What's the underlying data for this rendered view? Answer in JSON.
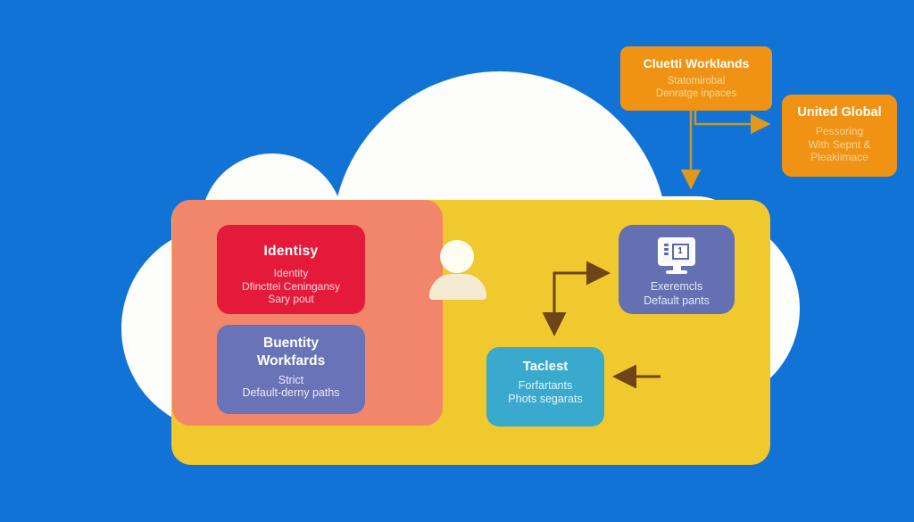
{
  "colors": {
    "background": "#1273D6",
    "cloud": "#FDFDFC",
    "panel_yellow": "#EFC92E",
    "panel_coral": "#F1866A",
    "box_red": "#E51939",
    "box_purple_left": "#6973B8",
    "box_purple_right": "#6570B2",
    "box_teal": "#39A9CE",
    "box_orange": "#F09314",
    "arrow_orange": "#C9962C",
    "arrow_brown": "#6F4418",
    "person_cream": "#F3EBD1"
  },
  "icons": {
    "person": "person-silhouette",
    "monitor": "computer-monitor"
  },
  "boxes": {
    "cluster_workloads": {
      "title": "Cluetti Worklands",
      "lines": [
        "Statomirobal",
        "Denratge inpaces"
      ]
    },
    "united_global": {
      "title": "United Global",
      "lines": [
        "Pessoring",
        "With Sepnt &",
        "Pleaklimace"
      ]
    },
    "identity": {
      "title": "Identisy",
      "lines": [
        "Identity",
        "Dfincttei Ceningansy",
        "Sary pout"
      ]
    },
    "identity_workloads": {
      "title_lines": [
        "Buentity",
        "Workfards"
      ],
      "lines": [
        "Strict",
        "Default-derny paths"
      ]
    },
    "endpoints": {
      "screen_label": "1",
      "lines": [
        "Exeremcls",
        "Default pants"
      ]
    },
    "target": {
      "title": "Taclest",
      "lines": [
        "Forfartants",
        "Phots segarats"
      ]
    }
  }
}
